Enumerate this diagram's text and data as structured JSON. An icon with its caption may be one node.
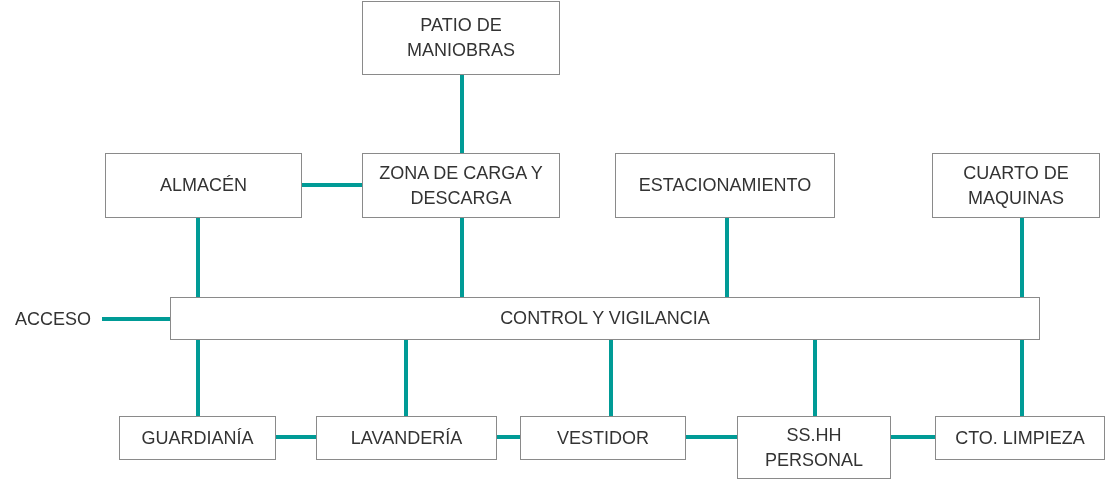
{
  "diagram": {
    "nodes": [
      {
        "text": [
          "PATIO DE MANIOBRAS"
        ]
      },
      {
        "text": [
          "ALMACÉN"
        ]
      },
      {
        "text": [
          "ZONA DE CARGA Y DESCARGA"
        ]
      },
      {
        "text": [
          "ESTACIONAMIENTO"
        ]
      },
      {
        "text": [
          "CUARTO DE MAQUINAS"
        ]
      },
      {
        "text": [
          "ACCESO"
        ]
      },
      {
        "text": [
          "CONTROL Y VIGILANCIA"
        ]
      },
      {
        "text": [
          "GUARDIANÍA"
        ]
      },
      {
        "text": [
          "LAVANDERÍA"
        ]
      },
      {
        "text": [
          "VESTIDOR"
        ]
      },
      {
        "text": [
          "SS.HH PERSONAL"
        ]
      },
      {
        "text": [
          "CTO. LIMPIEZA"
        ]
      }
    ],
    "edges": [
      {
        "from": 0,
        "to": 2,
        "arrow": "none"
      },
      {
        "from": 1,
        "to": 2,
        "arrow": "none"
      },
      {
        "from": 1,
        "to": 6,
        "arrow": "none"
      },
      {
        "from": 2,
        "to": 6,
        "arrow": "none"
      },
      {
        "from": 3,
        "to": 6,
        "arrow": "none"
      },
      {
        "from": 4,
        "to": 6,
        "arrow": "none"
      },
      {
        "from": 5,
        "to": 6,
        "arrow": "none"
      },
      {
        "from": 6,
        "to": 7,
        "arrow": "none"
      },
      {
        "from": 6,
        "to": 8,
        "arrow": "none"
      },
      {
        "from": 6,
        "to": 9,
        "arrow": "none"
      },
      {
        "from": 6,
        "to": 10,
        "arrow": "none"
      },
      {
        "from": 6,
        "to": 11,
        "arrow": "none"
      },
      {
        "from": 7,
        "to": 8,
        "arrow": "none"
      },
      {
        "from": 8,
        "to": 9,
        "arrow": "none"
      },
      {
        "from": 9,
        "to": 10,
        "arrow": "none"
      },
      {
        "from": 10,
        "to": 11,
        "arrow": "none"
      }
    ]
  }
}
